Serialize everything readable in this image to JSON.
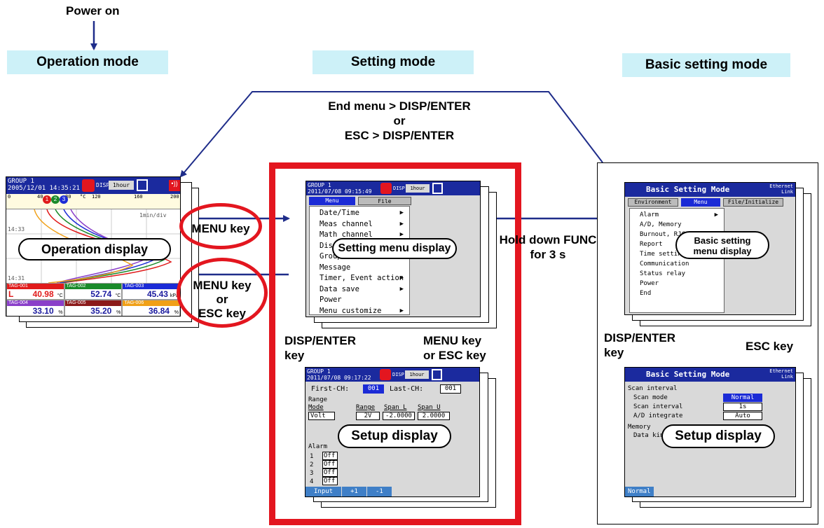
{
  "power_on": "Power on",
  "modes": {
    "operation": "Operation mode",
    "setting": "Setting mode",
    "basic": "Basic setting mode"
  },
  "transitions": {
    "end_menu_line1": "End menu > DISP/ENTER",
    "end_menu_or": "or",
    "end_menu_line2": "ESC > DISP/ENTER",
    "menu_key": "MENU key",
    "menu_esc_line1": "MENU key",
    "menu_esc_or": "or",
    "menu_esc_line2": "ESC key",
    "hold_func_line1": "Hold down FUNC",
    "hold_func_line2": "for 3 s",
    "disp_enter_line1": "DISP/ENTER",
    "disp_enter_line2": "key",
    "menu_or_esc_line1": "MENU key",
    "menu_or_esc_line2": "or ESC key",
    "esc_key": "ESC key"
  },
  "displays": {
    "operation": "Operation display",
    "setting_menu": "Setting menu display",
    "setup_1": "Setup display",
    "basic_menu_line1": "Basic setting",
    "basic_menu_line2": "menu display",
    "setup_2": "Setup display"
  },
  "operation_screen": {
    "group": "GROUP 1",
    "datetime": "2005/12/01 14:35:21",
    "disp": "DISP",
    "hour": "1hour",
    "scale_unit": "°C",
    "scale_ticks": [
      "0",
      "40",
      "80",
      "120",
      "160",
      "200"
    ],
    "rate": "1min/div",
    "time1": "14:33",
    "time2": "14:31",
    "markers": [
      "1",
      "2",
      "3"
    ],
    "tags": [
      {
        "name": "TAG-001",
        "value": "40.98",
        "unit": "°C",
        "color": "#e01b1b",
        "prefix": "L"
      },
      {
        "name": "TAG-002",
        "value": "52.74",
        "unit": "°C",
        "color": "#1a8a2a",
        "prefix": ""
      },
      {
        "name": "TAG-003",
        "value": "45.43",
        "unit": "kPa",
        "color": "#1b2bd6",
        "prefix": ""
      },
      {
        "name": "TAG-004",
        "value": "33.10",
        "unit": "%",
        "color": "#8a3fc9",
        "prefix": ""
      },
      {
        "name": "TAG-005",
        "value": "35.20",
        "unit": "%",
        "color": "#8b1a1a",
        "prefix": ""
      },
      {
        "name": "TAG-006",
        "value": "36.84",
        "unit": "%",
        "color": "#f0a018",
        "prefix": ""
      }
    ]
  },
  "setting_screen": {
    "group": "GROUP 1",
    "datetime": "2011/07/08 09:15:49",
    "disp": "DISP",
    "hour": "1hour",
    "tab_menu": "Menu",
    "tab_file": "File",
    "items": [
      "Date/Time",
      "Meas channel",
      "Math channel",
      "Display",
      "Group",
      "Message",
      "Timer, Event action",
      "Data save",
      "Power",
      "Menu customize"
    ],
    "has_arrow": [
      true,
      true,
      true,
      false,
      false,
      false,
      true,
      true,
      false,
      true
    ]
  },
  "setup_screen": {
    "group": "GROUP 1",
    "datetime": "2011/07/08 09:17:22",
    "disp": "DISP",
    "hour": "1hour",
    "first_ch_label": "First-CH:",
    "first_ch": "001",
    "last_ch_label": "Last-CH:",
    "last_ch": "001",
    "range": "Range",
    "mode_label": "Mode",
    "range_label": "Range",
    "span_l_label": "Span_L",
    "span_u_label": "Span_U",
    "mode_val": "Volt",
    "range_val": "2V",
    "span_l_val": "-2.0000",
    "span_u_val": "2.0000",
    "alarm": "Alarm",
    "alarms": [
      {
        "n": "1",
        "v": "Off"
      },
      {
        "n": "2",
        "v": "Off"
      },
      {
        "n": "3",
        "v": "Off"
      },
      {
        "n": "4",
        "v": "Off"
      }
    ],
    "buttons": [
      "Input",
      "+1",
      "-1"
    ]
  },
  "basic_screen": {
    "title": "Basic Setting Mode",
    "net1": "Ethernet",
    "net2": "Link",
    "tabs": [
      "Environment",
      "Menu",
      "File/Initialize"
    ],
    "items": [
      "Alarm",
      "A/D, Memory",
      "Burnout, RJC",
      "Report",
      "Time settings",
      "Communication",
      "Status relay",
      "Power",
      "End"
    ]
  },
  "basic_setup_screen": {
    "title": "Basic Setting Mode",
    "net1": "Ethernet",
    "net2": "Link",
    "scan_interval": "Scan interval",
    "scan_mode_label": "Scan mode",
    "scan_mode": "Normal",
    "scan_int_label": "Scan interval",
    "scan_int": "1s",
    "ad_label": "A/D integrate",
    "ad": "Auto",
    "memory": "Memory",
    "data_kind": "Data kind",
    "button": "Normal"
  },
  "colors": {
    "arrow": "#1f2d8a",
    "accent_red": "#e3161f",
    "label_bg": "#cdf1f8",
    "screen_blue": "#1b2a9e"
  }
}
